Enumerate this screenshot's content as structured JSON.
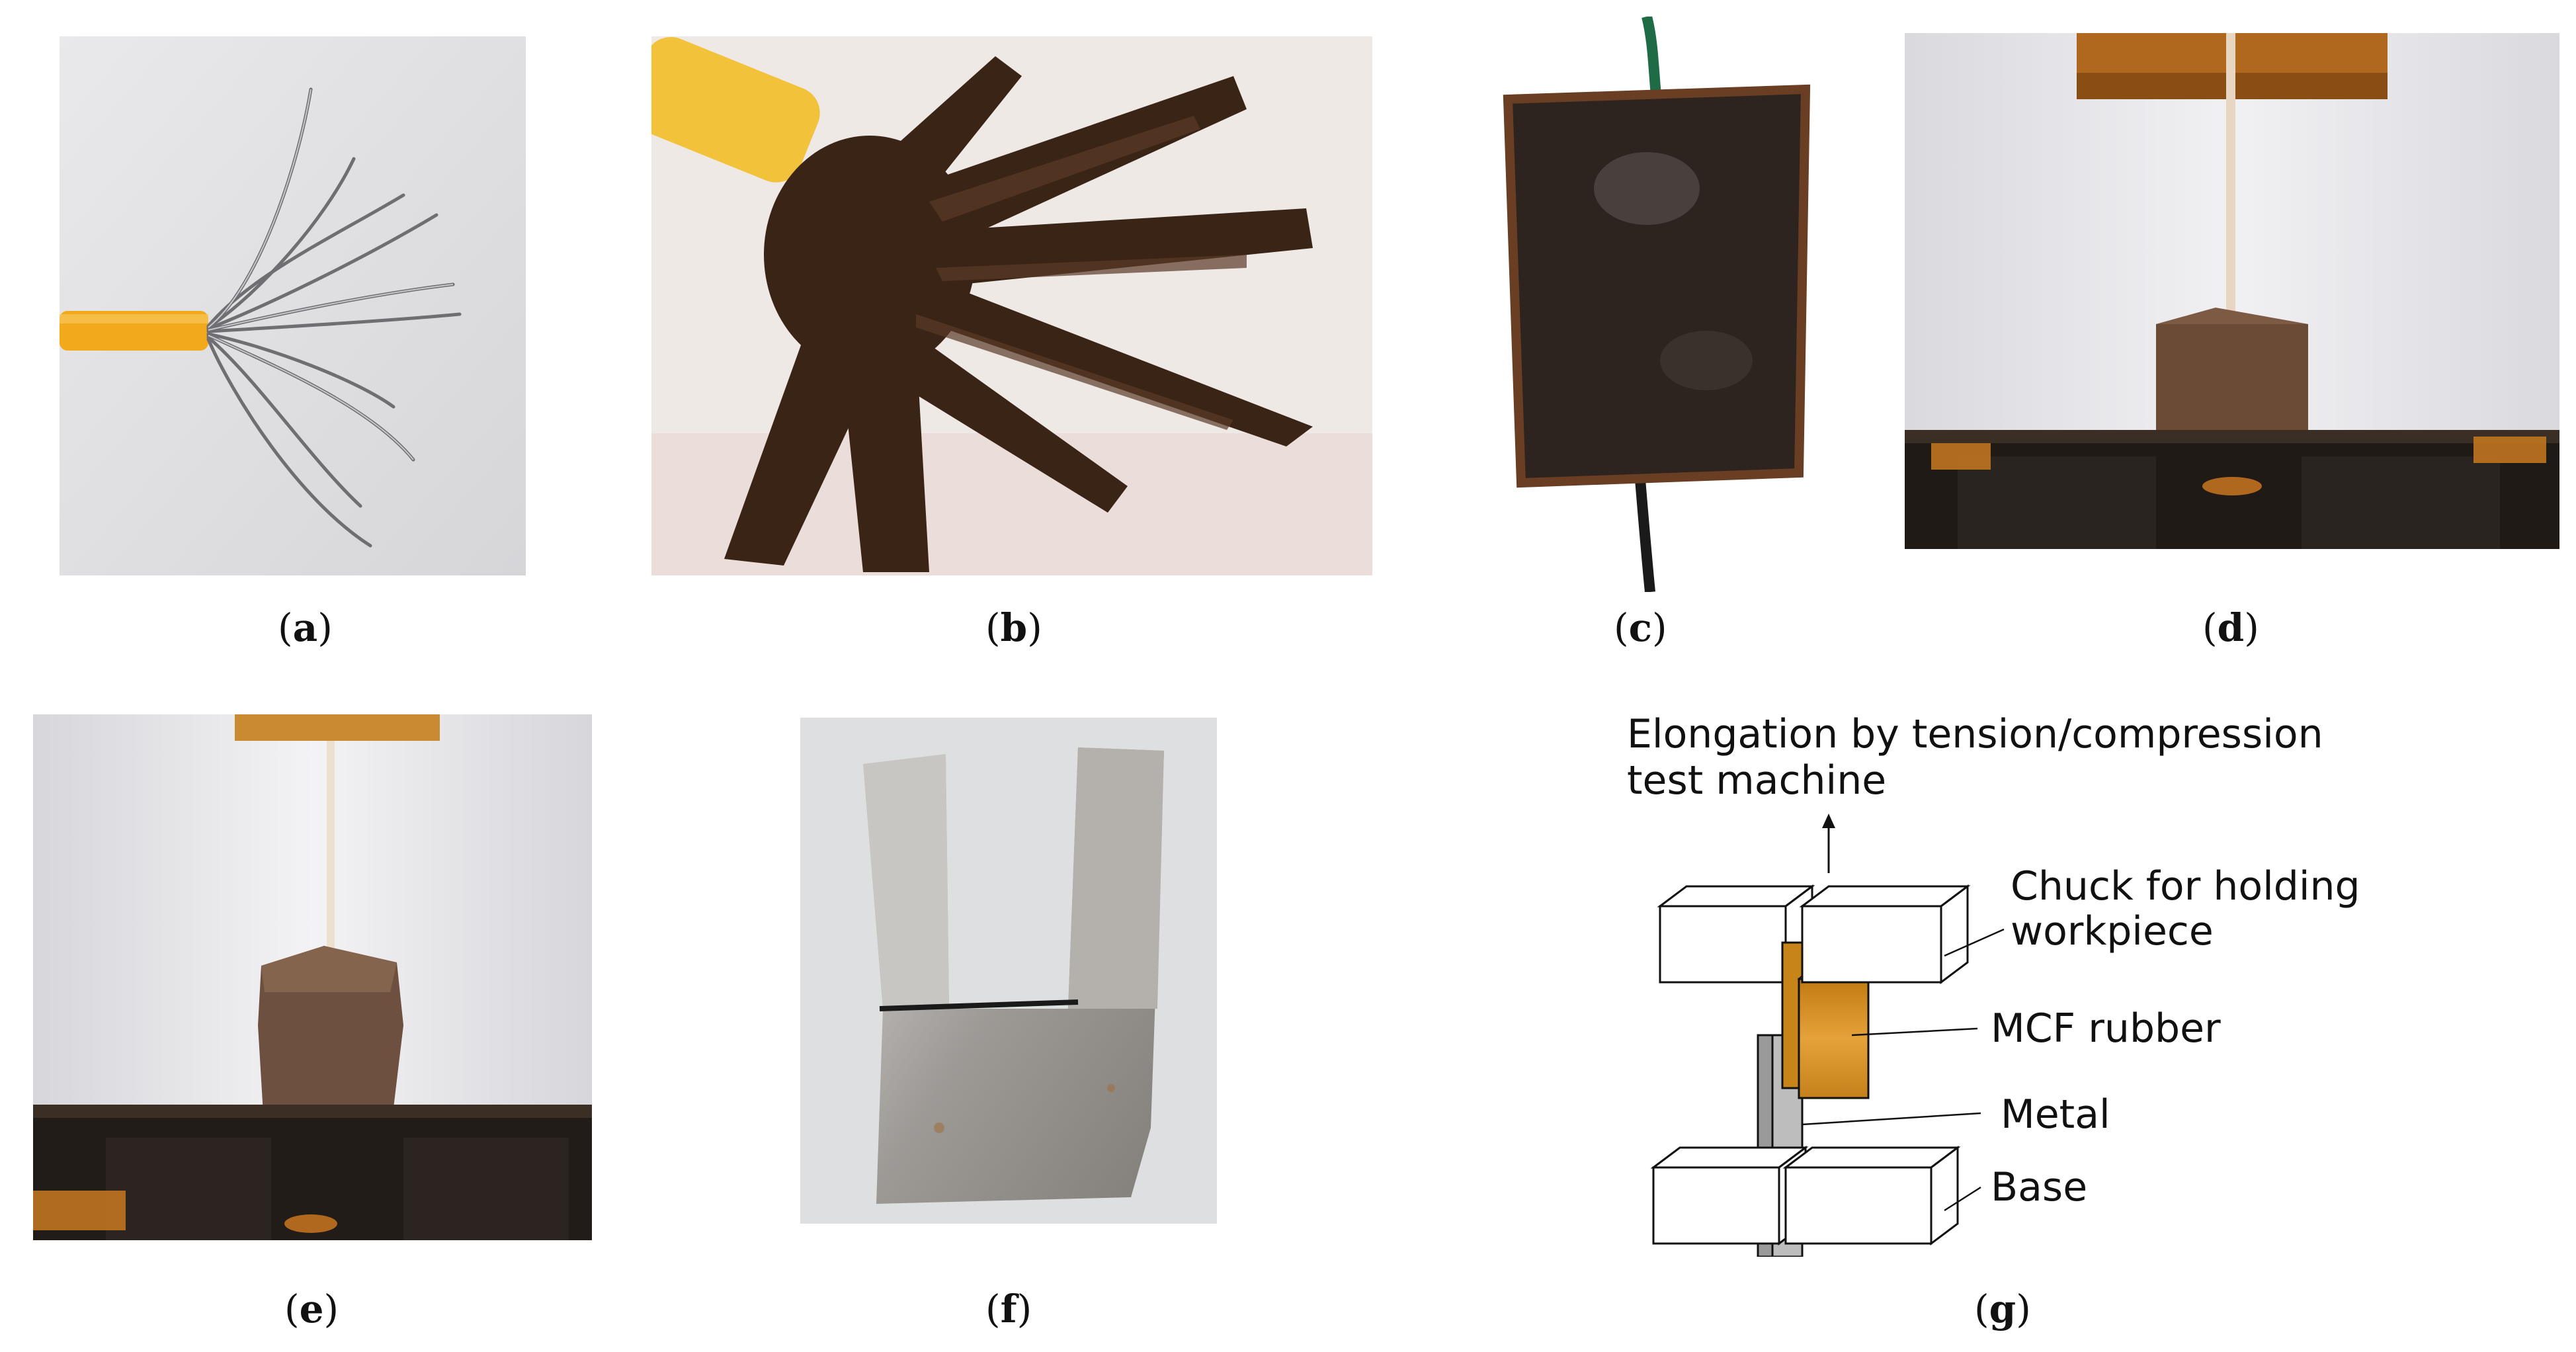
{
  "figure": {
    "panels": [
      {
        "id": "a",
        "label": "a"
      },
      {
        "id": "b",
        "label": "b"
      },
      {
        "id": "c",
        "label": "c"
      },
      {
        "id": "d",
        "label": "d"
      },
      {
        "id": "e",
        "label": "e"
      },
      {
        "id": "f",
        "label": "f"
      },
      {
        "id": "g",
        "label": "g"
      }
    ],
    "diagram": {
      "elongation_line1": "Elongation by tension/compression",
      "elongation_line2": "test machine",
      "chuck_line1": "Chuck for holding",
      "chuck_line2": "workpiece",
      "mcf_rubber": "MCF rubber",
      "metal": "Metal",
      "base": "Base"
    }
  },
  "colors": {
    "insulation_yellow": "#f2a91c",
    "mcf_dark": "#3a2416",
    "rubber_orange": "#d9911f",
    "metal_gray": "#bdbdbd"
  }
}
